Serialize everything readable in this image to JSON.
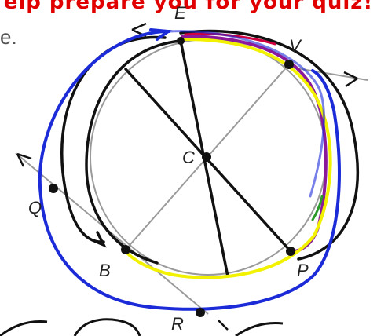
{
  "banner": {
    "text": "elp prepare you for your quiz!"
  },
  "fragment": {
    "text": "e."
  },
  "diagram": {
    "points": {
      "E": "E",
      "V": "V",
      "C": "C",
      "Q": "Q",
      "B": "B",
      "P": "P",
      "R": "R"
    }
  },
  "colors": {
    "banner": "#e00000",
    "ink": "#111111",
    "gray": "#9a9a9a",
    "blue": "#1c2bd8",
    "yellow": "#f2f200",
    "purple": "#8a1a9a",
    "red": "#d00040",
    "green": "#2a9a2a"
  }
}
